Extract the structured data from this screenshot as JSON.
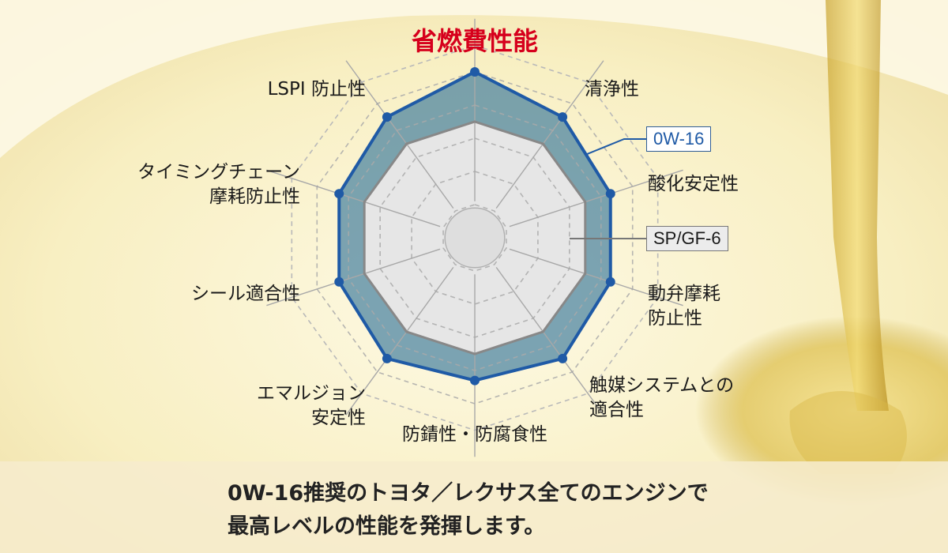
{
  "chart_data": {
    "type": "radar",
    "categories": [
      [
        "省燃費性能"
      ],
      [
        "清浄性"
      ],
      [
        "酸化安定性"
      ],
      [
        "動弁摩耗",
        "防止性"
      ],
      [
        "触媒システムとの",
        "適合性"
      ],
      [
        "防錆性・防腐食性"
      ],
      [
        "エマルジョン",
        "安定性"
      ],
      [
        "シール適合性"
      ],
      [
        "タイミングチェーン",
        "摩耗防止性"
      ],
      [
        "LSPI 防止性"
      ]
    ],
    "highlight_category": 0,
    "rmax": 5,
    "grid_levels": 5,
    "series": [
      {
        "name": "0W-16",
        "values": [
          5,
          4.5,
          4.3,
          4.3,
          4.5,
          4.3,
          4.5,
          4.3,
          4.3,
          4.5
        ],
        "color": "#1f5aa6",
        "fill": "#2c6f97"
      },
      {
        "name": "SP/GF-6",
        "values": [
          3.5,
          3.5,
          3.5,
          3.5,
          3.5,
          3.5,
          3.5,
          3.5,
          3.5,
          3.5
        ],
        "color": "#888888",
        "fill": "#e6e6e6"
      }
    ],
    "colors": {
      "title": "#d6001c",
      "axis_text": "#1a1a1a"
    }
  },
  "caption": {
    "line1": "0W-16推奨のトヨタ／レクサス全てのエンジンで",
    "line2": "最高レベルの性能を発揮します。"
  }
}
